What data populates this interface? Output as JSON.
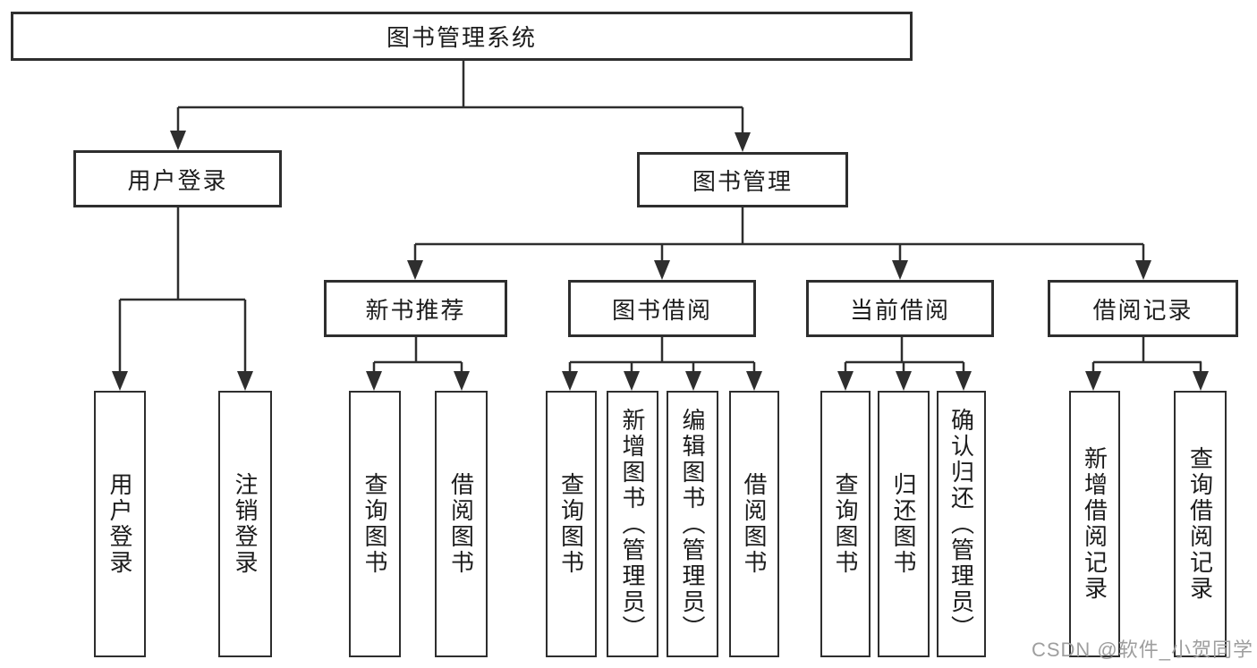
{
  "tree": {
    "root": "图书管理系统",
    "branches": [
      {
        "label": "用户登录",
        "children": [
          "用户登录",
          "注销登录"
        ]
      },
      {
        "label": "图书管理",
        "groups": [
          {
            "label": "新书推荐",
            "children": [
              "查询图书",
              "借阅图书"
            ]
          },
          {
            "label": "图书借阅",
            "children": [
              "查询图书",
              "新增图书（管理员）",
              "编辑图书（管理员）",
              "借阅图书"
            ]
          },
          {
            "label": "当前借阅",
            "children": [
              "查询图书",
              "归还图书",
              "确认归还（管理员）"
            ]
          },
          {
            "label": "借阅记录",
            "children": [
              "新增借阅记录",
              "查询借阅记录"
            ]
          }
        ]
      }
    ]
  },
  "watermark": "CSDN @软件_小贺同学",
  "colors": {
    "line": "#2e2e2e",
    "box_border": "#2e2e2e",
    "text": "#1c1c1c",
    "watermark": "#9e9e9e",
    "background": "#ffffff"
  }
}
